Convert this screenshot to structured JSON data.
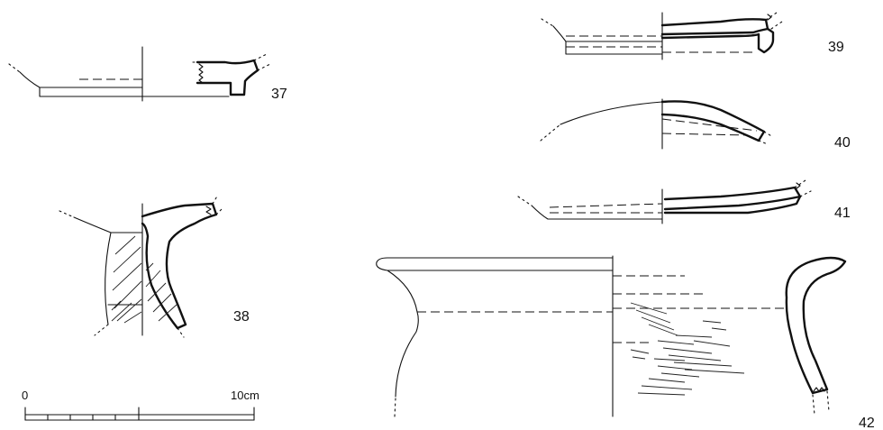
{
  "figures": [
    {
      "id": "37",
      "label": "37"
    },
    {
      "id": "38",
      "label": "38"
    },
    {
      "id": "39",
      "label": "39"
    },
    {
      "id": "40",
      "label": "40"
    },
    {
      "id": "41",
      "label": "41"
    },
    {
      "id": "42",
      "label": "42"
    }
  ],
  "scale_bar": {
    "start_label": "0",
    "end_label": "10cm"
  }
}
